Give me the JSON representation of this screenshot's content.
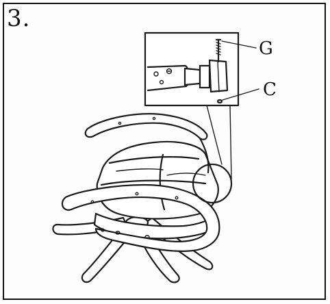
{
  "instruction": {
    "step_number": "3.",
    "callouts": {
      "g": "G",
      "c": "C"
    }
  },
  "colors": {
    "ink": "#1a1a1a",
    "paper": "#fdfdfd"
  }
}
